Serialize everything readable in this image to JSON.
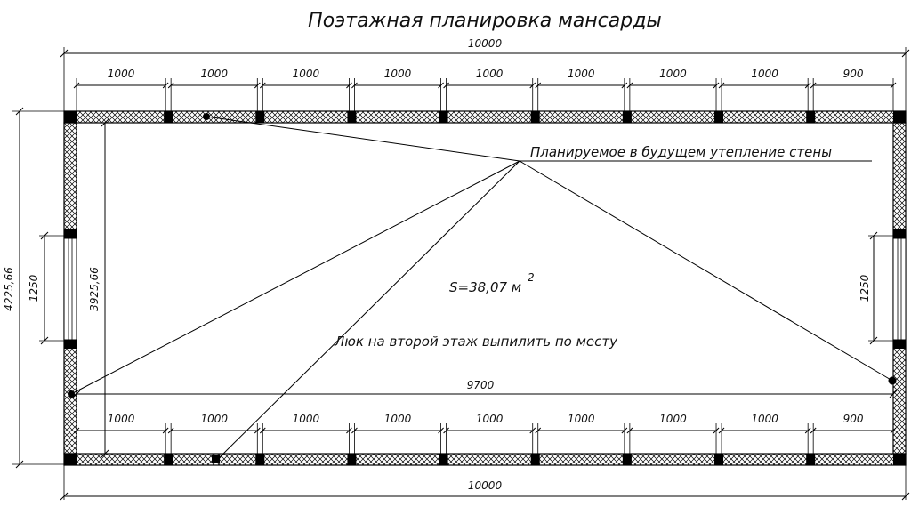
{
  "title": "Поэтажная планировка мансарды",
  "dimensions": {
    "overall_length_top": "10000",
    "overall_length_bottom": "10000",
    "overall_height": "4225,66",
    "inner_height": "3925,66",
    "inner_length": "9700",
    "window_left": "1250",
    "window_right": "1250",
    "top_segments": [
      "1000",
      "1000",
      "1000",
      "1000",
      "1000",
      "1000",
      "1000",
      "1000",
      "900"
    ],
    "bottom_segments": [
      "1000",
      "1000",
      "1000",
      "1000",
      "1000",
      "1000",
      "1000",
      "1000",
      "900"
    ]
  },
  "annotations": {
    "insulation": "Планируемое в будущем утепление стены",
    "area_label": "S=38,07 м",
    "area_power": "2",
    "hatch": "Люк на второй этаж  выпилить по месту"
  }
}
